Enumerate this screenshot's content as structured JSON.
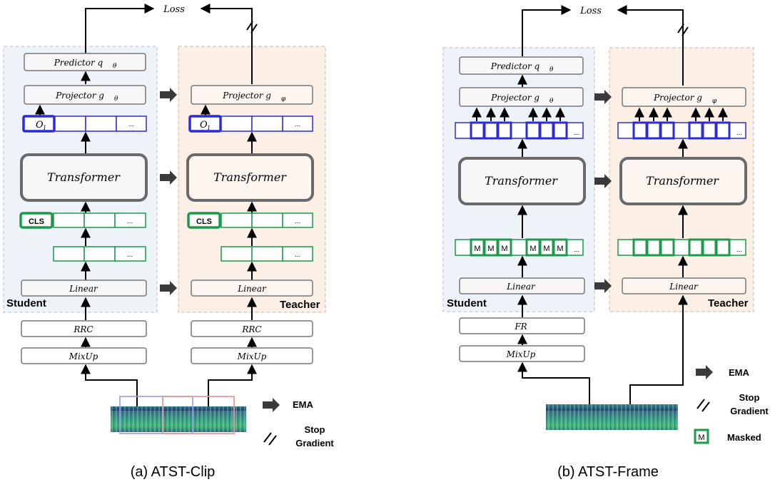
{
  "loss": "Loss",
  "student": "Student",
  "teacher": "Teacher",
  "clip": {
    "caption": "(a) ATST-Clip",
    "predictor": "Predictor q",
    "projector_s": "Projector g",
    "projector_t": "Projector g",
    "out_token": "O",
    "ellipsis": "...",
    "transformer": "Transformer",
    "cls": "CLS",
    "linear": "Linear",
    "rrc": "RRC",
    "mixup": "MixUp"
  },
  "frame": {
    "caption": "(b) ATST-Frame",
    "predictor": "Predictor q",
    "projector_s": "Projector g",
    "projector_t": "Projector g",
    "transformer": "Transformer",
    "linear": "Linear",
    "fr": "FR",
    "mixup": "MixUp",
    "mask": "M",
    "ellipsis": "..."
  },
  "legend": {
    "ema": "EMA",
    "stop": "Stop Gradient",
    "masked": "Masked"
  },
  "colors": {
    "student_bg": "#eef3fa",
    "teacher_bg": "#fcefe6",
    "blue": "#2b2bd8",
    "green": "#1a9a4a",
    "box_border": "#777777"
  }
}
